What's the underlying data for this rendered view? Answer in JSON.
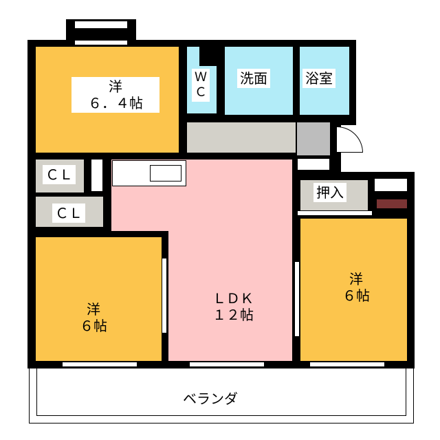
{
  "rooms": {
    "western_north": {
      "name": "洋",
      "size": "６．４帖"
    },
    "wc": {
      "name": "Ｗ",
      "name2": "Ｃ"
    },
    "washroom": {
      "name": "洗面"
    },
    "bathroom": {
      "name": "浴室"
    },
    "closet1": {
      "name": "ＣＬ"
    },
    "closet2": {
      "name": "ＣＬ"
    },
    "ldk": {
      "name": "ＬＤＫ",
      "size": "１２帖"
    },
    "western_southwest": {
      "name": "洋",
      "size": "６帖"
    },
    "oshiire": {
      "name": "押入"
    },
    "western_east": {
      "name": "洋",
      "size": "６帖"
    },
    "veranda": {
      "name": "ベランダ"
    }
  },
  "colors": {
    "western": "#fcc54d",
    "wet": "#b2ecf8",
    "ldk": "#fec8c8",
    "storage": "#d3d1c9"
  }
}
